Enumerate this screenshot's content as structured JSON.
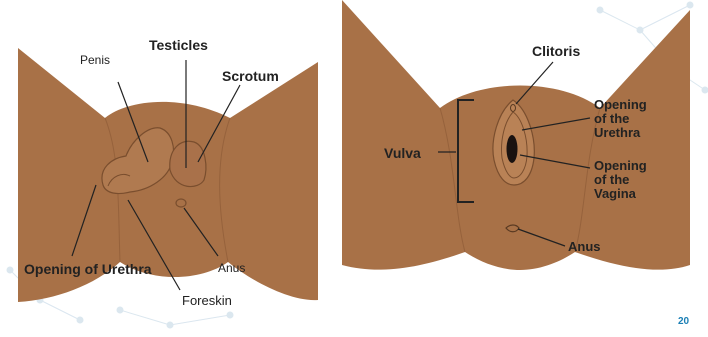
{
  "left_diagram": {
    "labels": {
      "testicles": "Testicles",
      "penis": "Penis",
      "scrotum": "Scrotum",
      "opening_of_urethra": "Opening of Urethra",
      "foreskin": "Foreskin",
      "anus": "Anus"
    }
  },
  "right_diagram": {
    "labels": {
      "clitoris": "Clitoris",
      "vulva": "Vulva",
      "opening_of_urethra": [
        "Opening",
        "of the",
        "Urethra"
      ],
      "opening_of_vagina": [
        "Opening",
        "of the",
        "Vagina"
      ],
      "anus": "Anus"
    }
  },
  "page_number": "20",
  "colors": {
    "skin": "#a87147",
    "skin_light": "#b98256",
    "outline": "#5a3a22",
    "accent": "#1a7fb5",
    "network": "#d8e6ee"
  }
}
